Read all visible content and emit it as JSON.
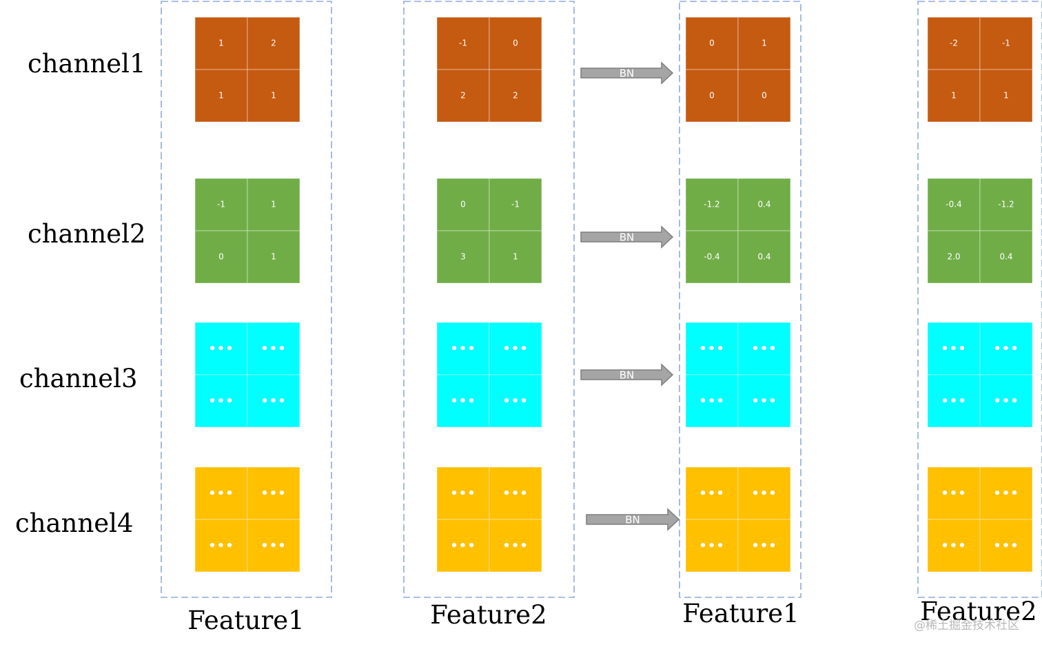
{
  "colors": {
    "channel1": "#c55a11",
    "channel2": "#70ad47",
    "channel3": "#00ffff",
    "channel4": "#ffc000",
    "cell_text": "#ffffff",
    "panel_border": "#8faadc",
    "arrow_fill": "#a5a5a5",
    "arrow_stroke": "#7f7f7f"
  },
  "channels": [
    {
      "label": "channel1",
      "color_key": "channel1"
    },
    {
      "label": "channel2",
      "color_key": "channel2"
    },
    {
      "label": "channel3",
      "color_key": "channel3"
    },
    {
      "label": "channel4",
      "color_key": "channel4"
    }
  ],
  "panels": [
    {
      "label": "Feature1",
      "grids": [
        [
          "1",
          "2",
          "1",
          "1"
        ],
        [
          "-1",
          "1",
          "0",
          "1"
        ],
        [
          "•••",
          "•••",
          "•••",
          "•••"
        ],
        [
          "•••",
          "•••",
          "•••",
          "•••"
        ]
      ]
    },
    {
      "label": "Feature2",
      "grids": [
        [
          "-1",
          "0",
          "2",
          "2"
        ],
        [
          "0",
          "-1",
          "3",
          "1"
        ],
        [
          "•••",
          "•••",
          "•••",
          "•••"
        ],
        [
          "•••",
          "•••",
          "•••",
          "•••"
        ]
      ]
    },
    {
      "label": "Feature1",
      "grids": [
        [
          "0",
          "1",
          "0",
          "0"
        ],
        [
          "-1.2",
          "0.4",
          "-0.4",
          "0.4"
        ],
        [
          "•••",
          "•••",
          "•••",
          "•••"
        ],
        [
          "•••",
          "•••",
          "•••",
          "•••"
        ]
      ]
    },
    {
      "label": "Feature2",
      "grids": [
        [
          "-2",
          "-1",
          "1",
          "1"
        ],
        [
          "-0.4",
          "-1.2",
          "2.0",
          "0.4"
        ],
        [
          "•••",
          "•••",
          "•••",
          "•••"
        ],
        [
          "•••",
          "•••",
          "•••",
          "•••"
        ]
      ]
    }
  ],
  "arrows": [
    {
      "label": "BN"
    },
    {
      "label": "BN"
    },
    {
      "label": "BN"
    },
    {
      "label": "BN"
    }
  ],
  "watermark": "@稀土掘金技术社区"
}
